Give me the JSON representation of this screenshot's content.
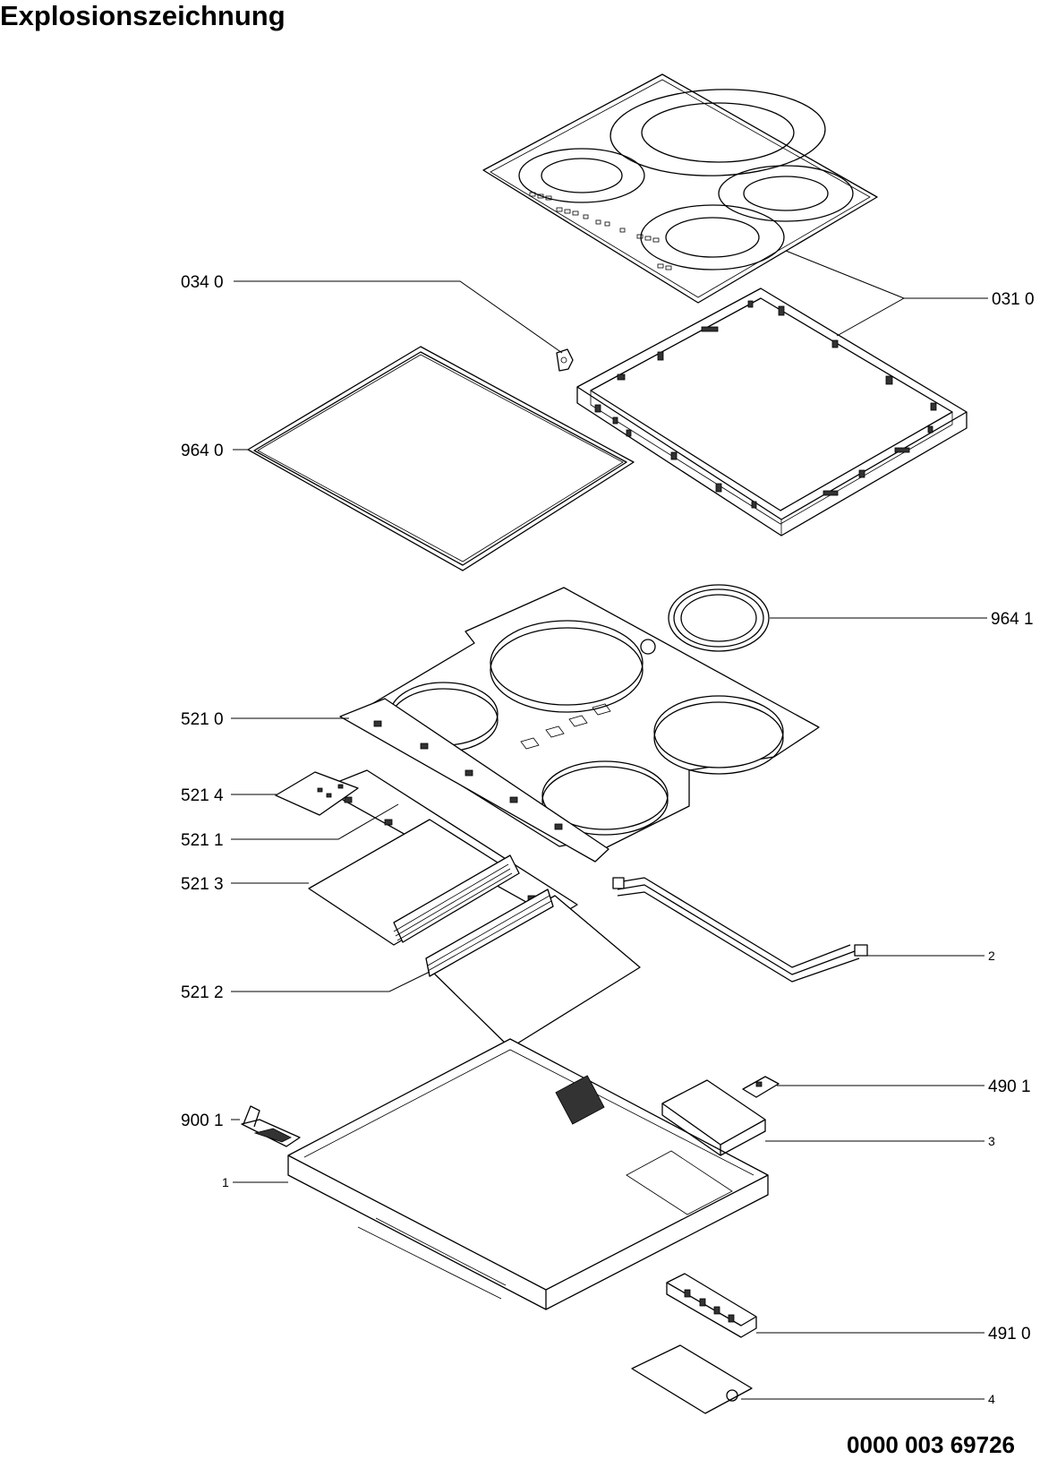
{
  "title": "Explosionszeichnung",
  "document_number": "0000 003 69726",
  "labels": {
    "p0340": "034 0",
    "p0310": "031 0",
    "p9640": "964 0",
    "p9641": "964 1",
    "p5210": "521 0",
    "p5214": "521 4",
    "p5211": "521 1",
    "p5213": "521 3",
    "p5212": "521 2",
    "p2": "2",
    "p4901": "490 1",
    "p9001": "900 1",
    "p3": "3",
    "p1": "1",
    "p4910": "491 0",
    "p4": "4"
  }
}
